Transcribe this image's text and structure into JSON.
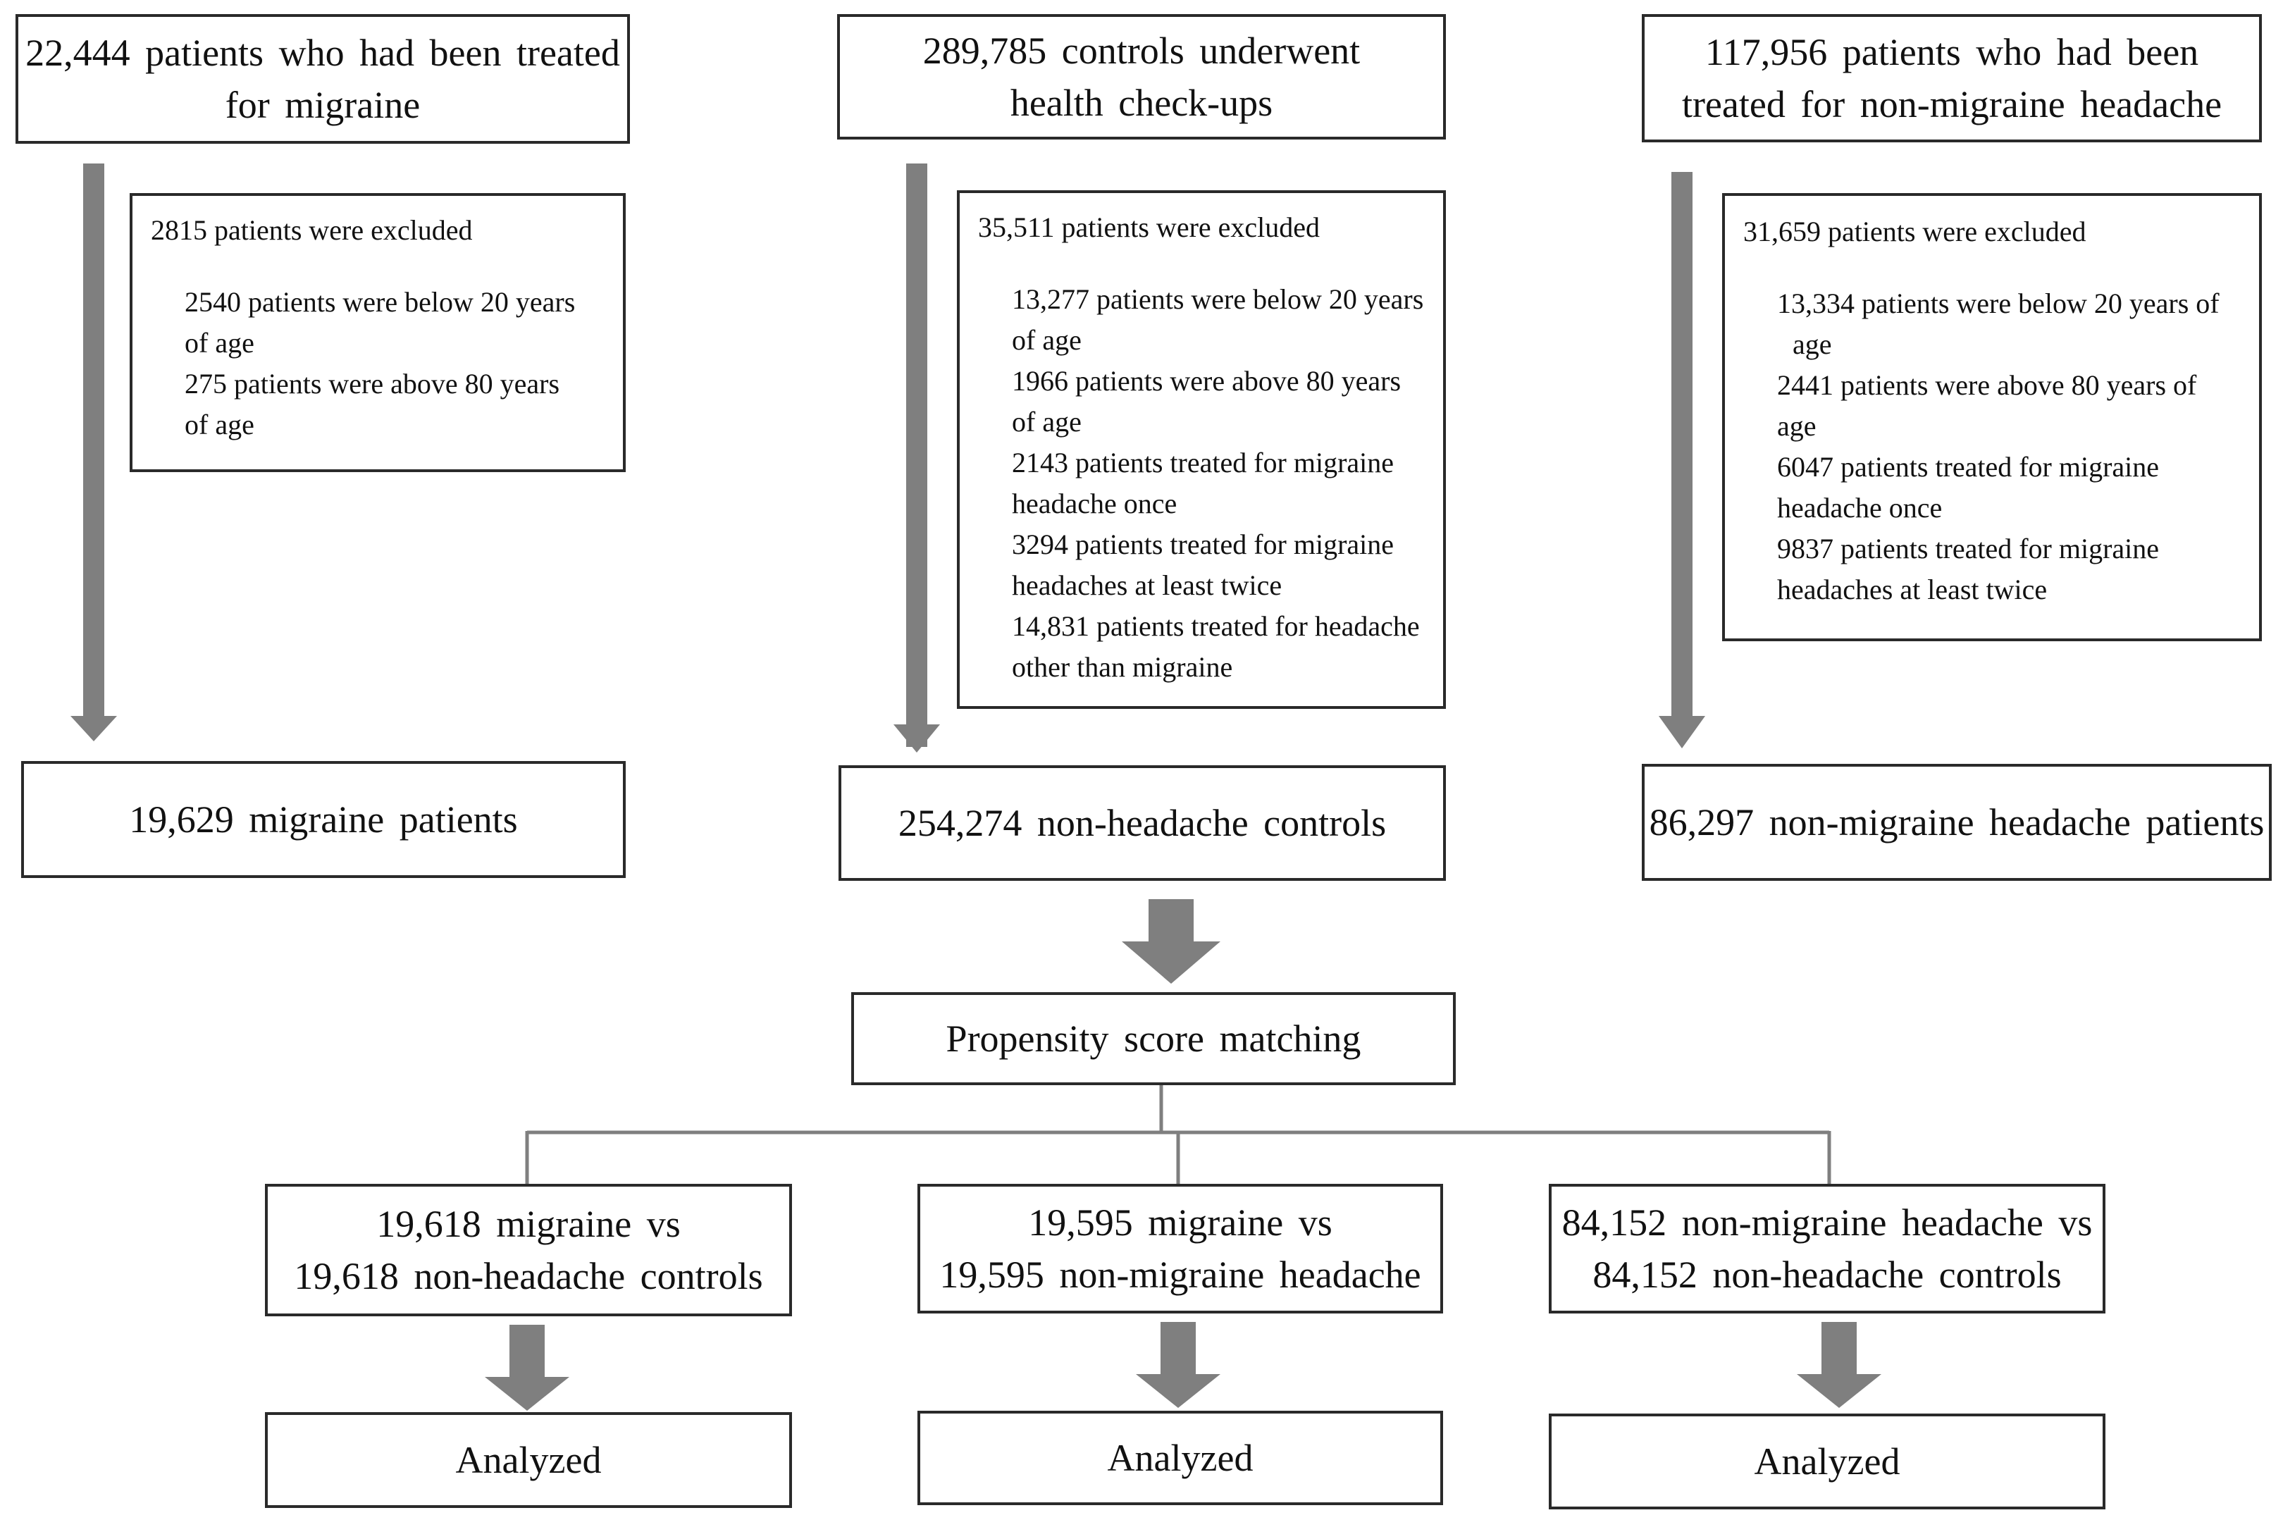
{
  "colors": {
    "arrow": "#7f7f7f",
    "border": "#2a2a2a",
    "text": "#111111",
    "background": "#ffffff"
  },
  "columns": {
    "migraine": {
      "source": [
        "22,444 patients who had been treated",
        "for migraine"
      ],
      "excluded_header": "2815 patients were excluded",
      "excluded_items": [
        "2540 patients were below 20 years",
        "of age",
        "275 patients were above 80 years",
        "of age"
      ],
      "result": "19,629 migraine patients"
    },
    "controls": {
      "source": [
        "289,785 controls underwent",
        "health check-ups"
      ],
      "excluded_header": "35,511 patients were excluded",
      "excluded_items": [
        "13,277 patients were below 20 years",
        "of age",
        "1966 patients were above 80 years",
        "of age",
        "2143 patients treated for migraine",
        "headache once",
        "3294 patients treated for migraine",
        "headaches at least twice",
        "14,831 patients treated for headache",
        "other than migraine"
      ],
      "result": "254,274 non-headache controls"
    },
    "nonmigraine": {
      "source": [
        "117,956 patients who had been",
        "treated for non-migraine headache"
      ],
      "excluded_header": "31,659 patients were excluded",
      "excluded_items": [
        "13,334 patients were below 20 years of",
        "age",
        "2441 patients were above 80 years of",
        "age",
        "6047 patients treated for migraine",
        "headache once",
        "9837 patients treated for migraine",
        "headaches at least twice"
      ],
      "result": "86,297 non-migraine headache patients"
    }
  },
  "matching": "Propensity score matching",
  "comparisons": [
    {
      "lines": [
        "19,618 migraine vs",
        "19,618 non-headache controls"
      ],
      "outcome": "Analyzed"
    },
    {
      "lines": [
        "19,595 migraine vs",
        "19,595 non-migraine headache"
      ],
      "outcome": "Analyzed"
    },
    {
      "lines": [
        "84,152 non-migraine headache vs",
        "84,152 non-headache controls"
      ],
      "outcome": "Analyzed"
    }
  ]
}
